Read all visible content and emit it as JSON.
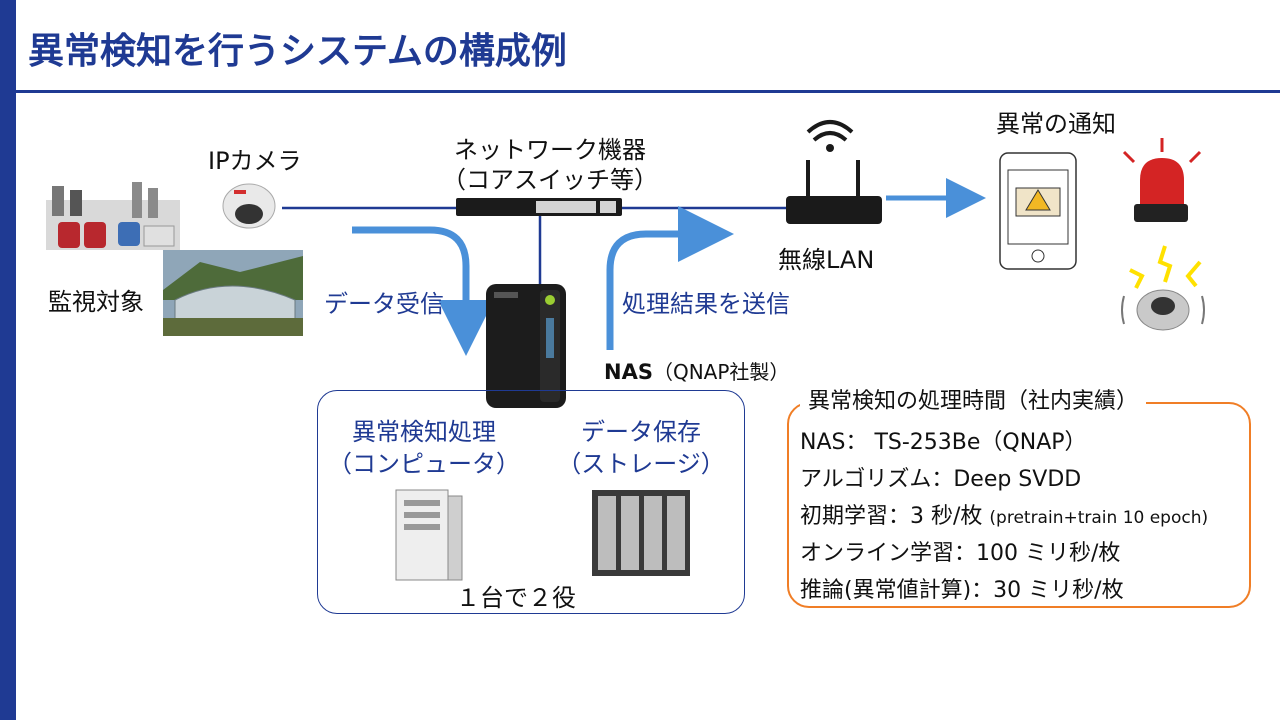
{
  "title": "異常検知を行うシステムの構成例",
  "labels": {
    "ip_camera": "IPカメラ",
    "network_line1": "ネットワーク機器",
    "network_line2": "（コアスイッチ等）",
    "wireless_lan": "無線LAN",
    "notification": "異常の通知",
    "monitor_target": "監視対象",
    "receive_data": "データ受信",
    "send_result": "処理結果を送信",
    "nas_bold": "NAS",
    "nas_maker": "（QNAP社製）"
  },
  "nas_box": {
    "role1_line1": "異常検知処理",
    "role1_line2": "（コンピュータ）",
    "role2_line1": "データ保存",
    "role2_line2": "（ストレージ）",
    "caption": "１台で２役"
  },
  "info": {
    "title": "異常検知の処理時間（社内実績）",
    "lines": [
      {
        "main": "NAS：  TS-253Be（QNAP）",
        "note": ""
      },
      {
        "main": "アルゴリズム：Deep SVDD",
        "note": ""
      },
      {
        "main": "初期学習：3 秒/枚 ",
        "note": "(pretrain+train 10 epoch)"
      },
      {
        "main": "オンライン学習：100 ミリ秒/枚",
        "note": ""
      },
      {
        "main": "推論(異常値計算)：30 ミリ秒/枚",
        "note": ""
      }
    ]
  },
  "colors": {
    "title": "#1f3a93",
    "arrow": "#4a90d9",
    "line": "#1f3a93",
    "info_border": "#f07e26"
  }
}
